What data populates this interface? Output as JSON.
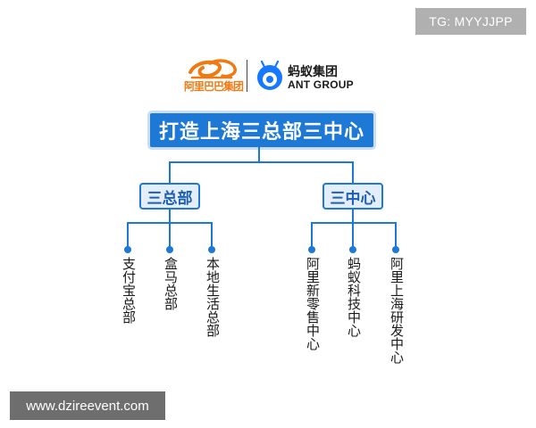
{
  "watermark_top": "TG: MYYJJPP",
  "watermark_bottom": "www.dzireevent.com",
  "logos": {
    "alibaba_text": "阿里巴巴集团",
    "ant_cn": "蚂蚁集团",
    "ant_en": "ANT GROUP"
  },
  "colors": {
    "primary": "#1d78d6",
    "sub_fill": "#e4eefa",
    "alibaba_orange": "#f07a12"
  },
  "root": "打造上海三总部三中心",
  "branches": [
    {
      "label": "三总部",
      "children": [
        "支付宝总部",
        "盒马总部",
        "本地生活总部"
      ]
    },
    {
      "label": "三中心",
      "children": [
        "阿里新零售中心",
        "蚂蚁科技中心",
        "阿里上海研发中心"
      ]
    }
  ]
}
